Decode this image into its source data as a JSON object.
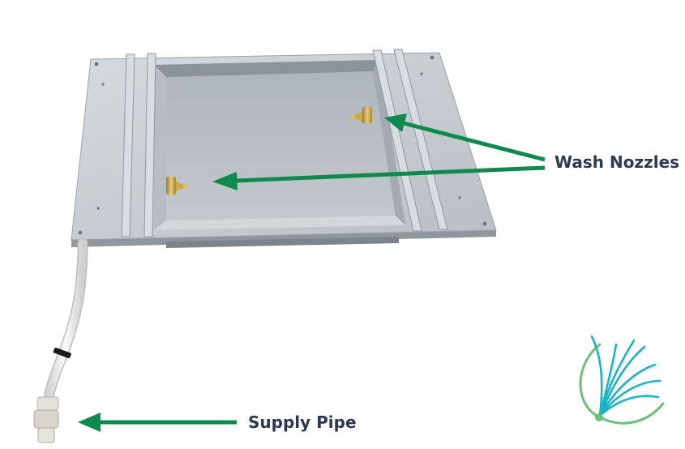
{
  "annotations": {
    "wash_nozzles": "Wash Nozzles",
    "supply_pipe": "Supply Pipe"
  },
  "colors": {
    "arrow": "#0e8a4e",
    "label_text": "#2f3852",
    "tray": "#c8cdd2",
    "tray_dark": "#9aa1a8",
    "pipe": "#ececec",
    "brass": "#c9a94a",
    "logo_teal": "#1bb4c4",
    "logo_green": "#6cc17a"
  },
  "icons": {
    "logo": "dandelion-seed-logo"
  }
}
